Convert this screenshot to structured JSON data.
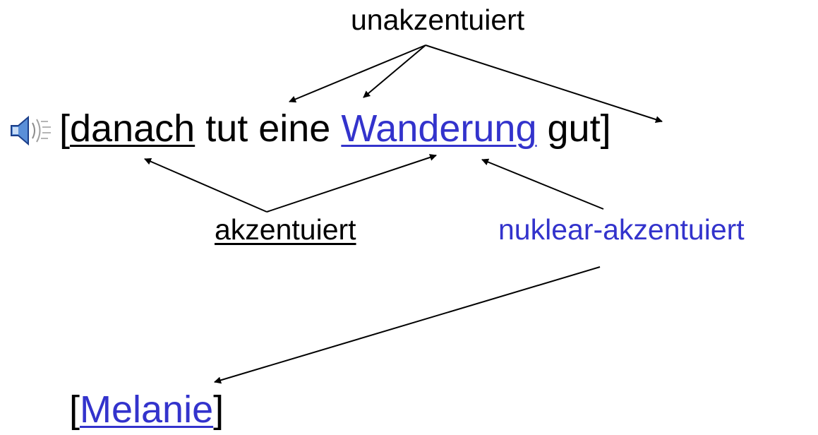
{
  "labels": {
    "unaccented": "unakzentuiert",
    "accented": "akzentuiert",
    "nuclear_accented": "nuklear-akzentuiert"
  },
  "sentence": {
    "open_bracket": "[",
    "word_danach": "danach",
    "middle_text": " tut eine ",
    "word_wanderung": "Wanderung",
    "end_text": " gut]"
  },
  "sentence2": {
    "open_bracket": "[",
    "word_melanie": "Melanie",
    "close_bracket": "]"
  },
  "icons": {
    "speaker": "speaker-icon"
  },
  "colors": {
    "text": "#000000",
    "nuclear_blue": "#3333cc",
    "arrow": "#000000"
  }
}
